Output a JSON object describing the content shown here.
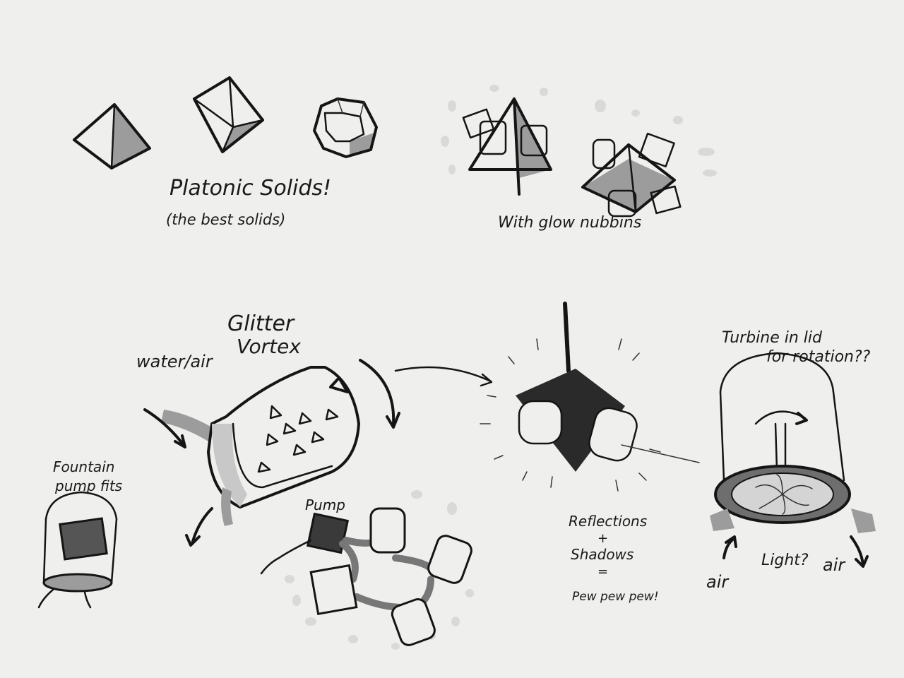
{
  "labels": {
    "platonic_title": "Platonic Solids!",
    "platonic_sub": "(the best solids)",
    "glow": "With glow nubbins",
    "glitter_1": "Glitter",
    "glitter_2": "Vortex",
    "water_air": "water/air",
    "fountain_1": "Fountain",
    "fountain_2": "pump fits",
    "pump": "Pump",
    "reflections_1": "Reflections",
    "reflections_plus": "+",
    "reflections_2": "Shadows",
    "reflections_eq": "=",
    "reflections_3": "Pew pew pew!",
    "turbine_1": "Turbine in lid",
    "turbine_2": "for rotation??",
    "air_left": "air",
    "light": "Light?",
    "air_right": "air"
  },
  "colors": {
    "paper": "#efefed",
    "ink": "#151515",
    "shade": "#9c9c9c"
  }
}
